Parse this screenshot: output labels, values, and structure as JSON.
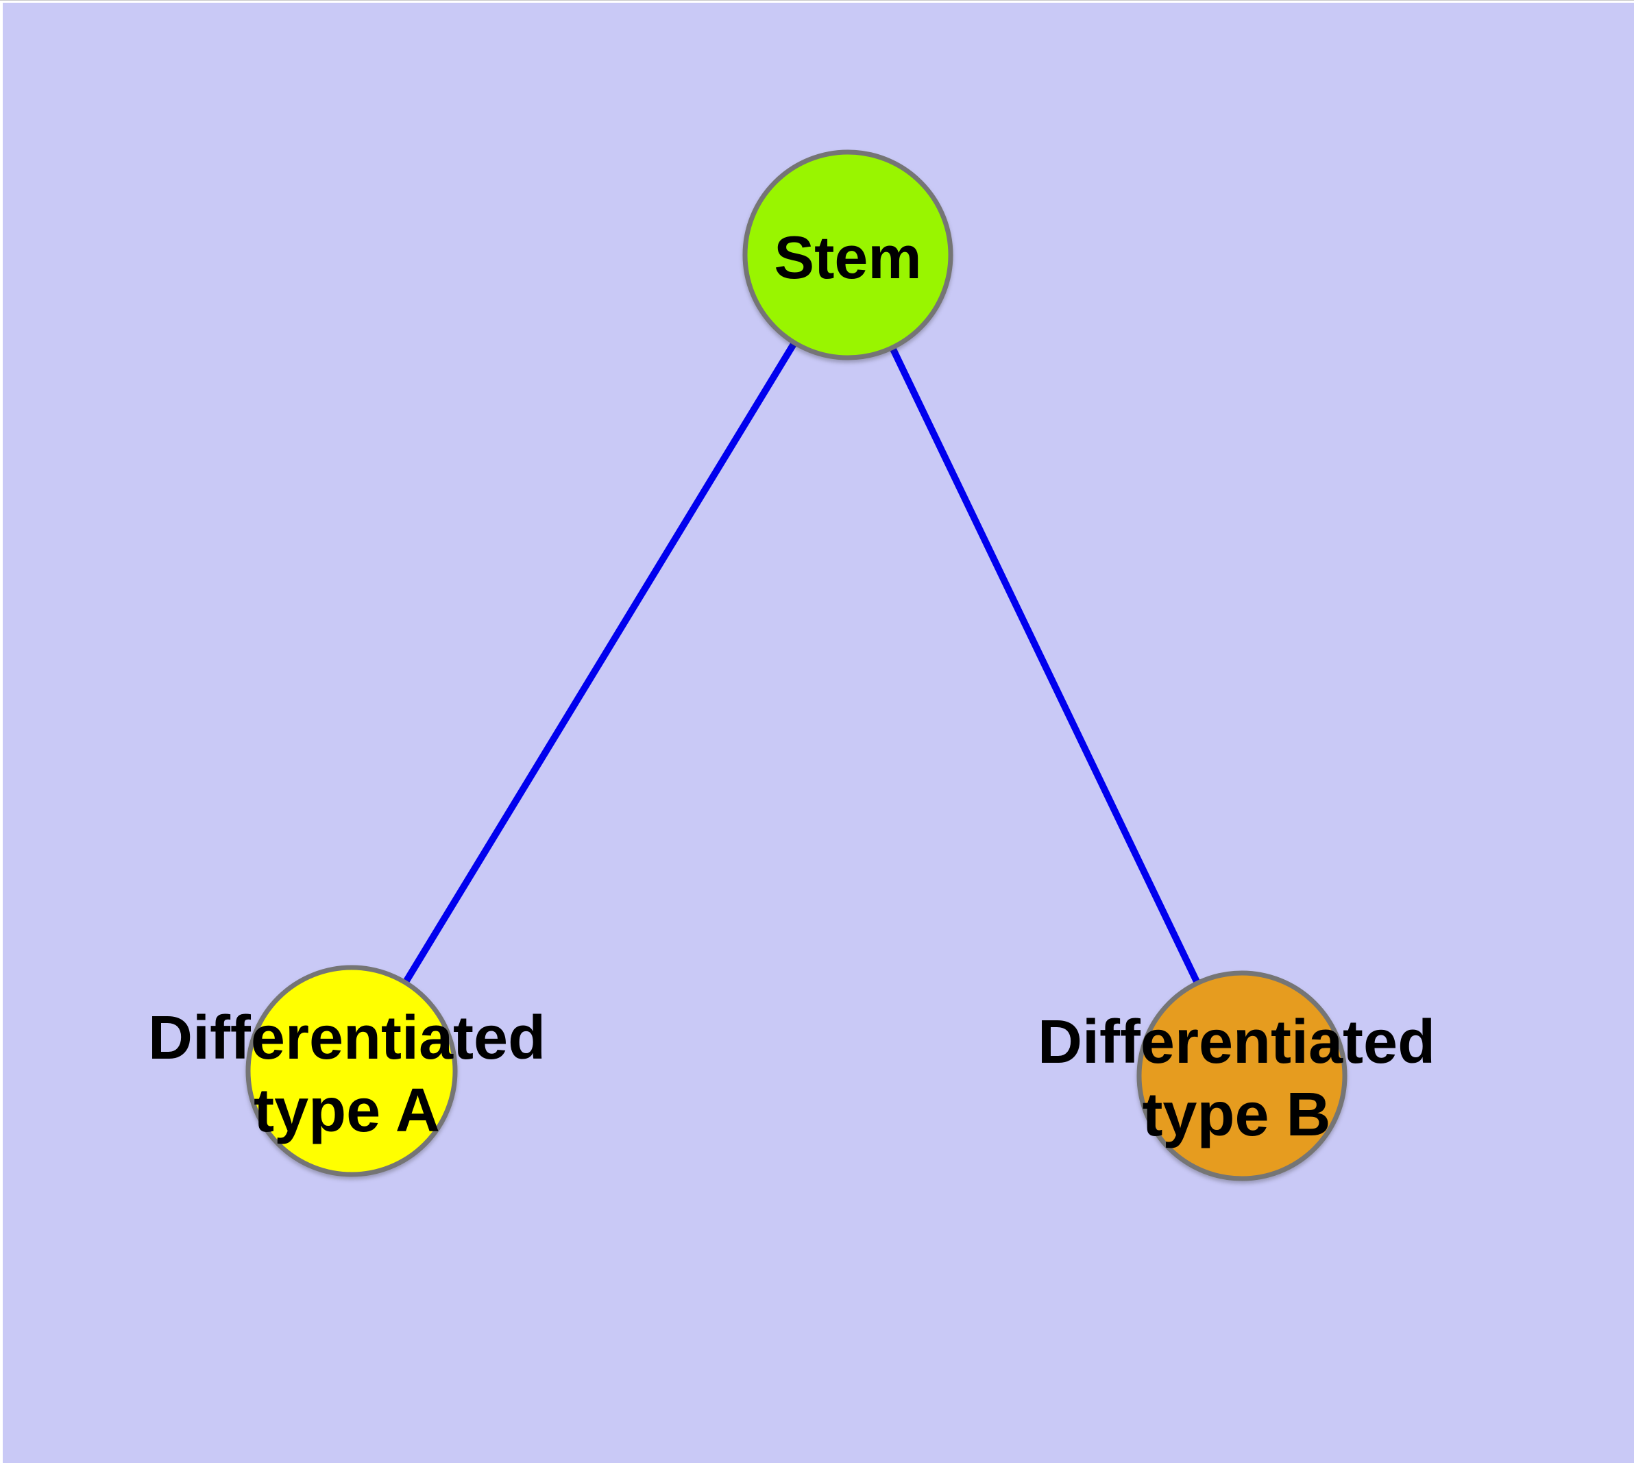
{
  "canvas": {
    "background_color": "#C9C9F6",
    "edge_color": "#0000EE",
    "node_border_color": "#757575",
    "text_color": "#000000"
  },
  "nodes": [
    {
      "id": "stem",
      "label": "Stem",
      "color": "#99F500"
    },
    {
      "id": "differentiated-type-a",
      "label": "Differentiated\ntype A",
      "color": "#FFFF00"
    },
    {
      "id": "differentiated-type-b",
      "label": "Differentiated\ntype B",
      "color": "#E69C1F"
    }
  ],
  "edges": [
    {
      "from": "Stem",
      "to": "Differentiated type A"
    },
    {
      "from": "Stem",
      "to": "Differentiated type B"
    }
  ]
}
